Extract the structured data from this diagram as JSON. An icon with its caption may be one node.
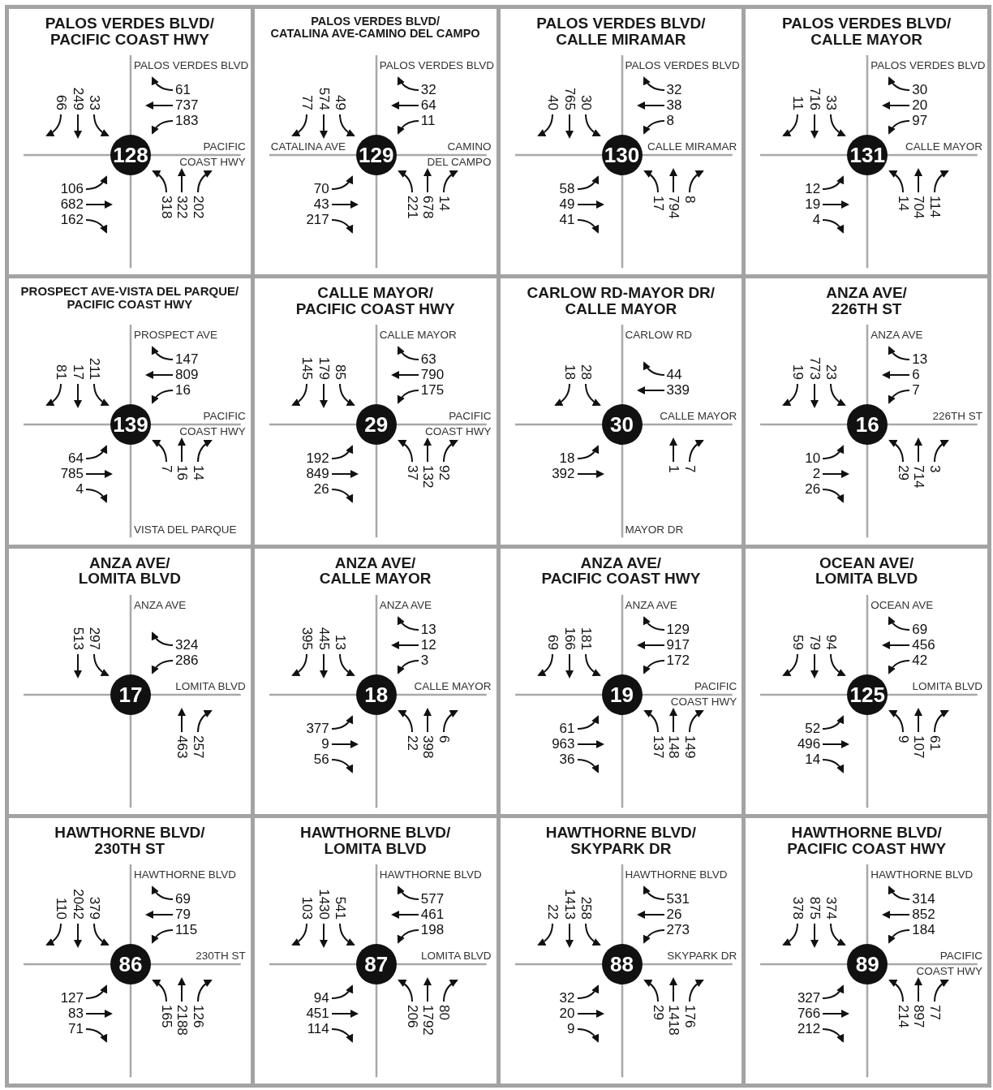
{
  "diagram": {
    "nodes": [
      {
        "text": [
          "PALOS VERDES BLVD/ PACIFIC COAST HWY"
        ]
      },
      {
        "text": [
          "128"
        ],
        "in": 0,
        "beside": [
          "PALOS VERDES BLVD",
          "PACIFIC COAST HWY",
          "66",
          "249",
          "33",
          "61",
          "737",
          "183",
          "106",
          "682",
          "162",
          "318",
          "322",
          "202"
        ]
      },
      {
        "text": [
          "PALOS VERDES BLVD/ CATALINA AVE-CAMINO DEL CAMPO"
        ]
      },
      {
        "text": [
          "129"
        ],
        "in": 2,
        "beside": [
          "PALOS VERDES BLVD",
          "CATALINA AVE",
          "CAMINO DEL CAMPO",
          "77",
          "574",
          "49",
          "32",
          "64",
          "11",
          "70",
          "43",
          "217",
          "221",
          "678",
          "14"
        ]
      },
      {
        "text": [
          "PALOS VERDES BLVD/ CALLE MIRAMAR"
        ]
      },
      {
        "text": [
          "130"
        ],
        "in": 4,
        "beside": [
          "PALOS VERDES BLVD",
          "CALLE MIRAMAR",
          "40",
          "765",
          "30",
          "32",
          "38",
          "8",
          "58",
          "49",
          "41",
          "17",
          "794",
          "8"
        ]
      },
      {
        "text": [
          "PALOS VERDES BLVD/ CALLE MAYOR"
        ]
      },
      {
        "text": [
          "131"
        ],
        "in": 6,
        "beside": [
          "PALOS VERDES BLVD",
          "CALLE MAYOR",
          "11",
          "716",
          "33",
          "30",
          "20",
          "97",
          "12",
          "19",
          "4",
          "14",
          "704",
          "114"
        ]
      },
      {
        "text": [
          "PROSPECT AVE-VISTA DEL PARQUE/ PACIFIC COAST HWY"
        ]
      },
      {
        "text": [
          "139"
        ],
        "in": 8,
        "beside": [
          "PROSPECT AVE",
          "PACIFIC COAST HWY",
          "81",
          "17",
          "211",
          "147",
          "809",
          "16",
          "64",
          "785",
          "4",
          "7",
          "16",
          "14"
        ]
      },
      {
        "text": [
          "CALLE MAYOR/ PACIFIC COAST HWY"
        ]
      },
      {
        "text": [
          "29"
        ],
        "in": 10,
        "beside": [
          "CALLE MAYOR",
          "PACIFIC COAST HWY",
          "145",
          "179",
          "85",
          "63",
          "790",
          "175",
          "192",
          "849",
          "26",
          "37",
          "132",
          "92"
        ]
      },
      {
        "text": [
          "CARLOW RD-MAYOR DR/ CALLE MAYOR"
        ]
      },
      {
        "text": [
          "30"
        ],
        "in": 12,
        "beside": [
          "CARLOW RD",
          "CALLE MAYOR",
          "18",
          "28",
          "44",
          "339",
          "18",
          "392",
          "1",
          "7"
        ]
      },
      {
        "text": [
          "ANZA AVE/ 226TH ST"
        ]
      },
      {
        "text": [
          "16"
        ],
        "in": 14,
        "beside": [
          "ANZA AVE",
          "226TH ST",
          "19",
          "773",
          "23",
          "13",
          "6",
          "7",
          "10",
          "2",
          "26",
          "29",
          "714",
          "3"
        ]
      },
      {
        "text": [
          "ANZA AVE/ LOMITA BLVD"
        ]
      },
      {
        "text": [
          "17"
        ],
        "in": 16,
        "beside": [
          "ANZA AVE",
          "LOMITA BLVD",
          "513",
          "297",
          "324",
          "286",
          "463",
          "257"
        ]
      },
      {
        "text": [
          "ANZA AVE/ CALLE MAYOR"
        ]
      },
      {
        "text": [
          "18"
        ],
        "in": 18,
        "beside": [
          "ANZA AVE",
          "CALLE MAYOR",
          "395",
          "445",
          "13",
          "13",
          "12",
          "3",
          "377",
          "9",
          "56",
          "22",
          "398",
          "6"
        ]
      },
      {
        "text": [
          "ANZA AVE/ PACIFIC COAST HWY"
        ]
      },
      {
        "text": [
          "19"
        ],
        "in": 20,
        "beside": [
          "ANZA AVE",
          "PACIFIC COAST HWY",
          "69",
          "166",
          "181",
          "129",
          "917",
          "172",
          "61",
          "963",
          "36",
          "137",
          "148",
          "149"
        ]
      },
      {
        "text": [
          "OCEAN AVE/ LOMITA BLVD"
        ]
      },
      {
        "text": [
          "125"
        ],
        "in": 22,
        "beside": [
          "OCEAN AVE",
          "LOMITA BLVD",
          "59",
          "79",
          "94",
          "69",
          "456",
          "42",
          "52",
          "496",
          "14",
          "9",
          "107",
          "61"
        ]
      },
      {
        "text": [
          "HAWTHORNE BLVD/ 230TH ST"
        ]
      },
      {
        "text": [
          "86"
        ],
        "in": 24,
        "beside": [
          "HAWTHORNE BLVD",
          "230TH ST",
          "110",
          "2042",
          "379",
          "69",
          "79",
          "115",
          "127",
          "83",
          "71",
          "165",
          "2188",
          "126"
        ]
      },
      {
        "text": [
          "HAWTHORNE BLVD/ LOMITA BLVD"
        ]
      },
      {
        "text": [
          "87"
        ],
        "in": 26,
        "beside": [
          "HAWTHORNE BLVD",
          "LOMITA BLVD",
          "103",
          "1430",
          "541",
          "577",
          "461",
          "198",
          "94",
          "451",
          "114",
          "206",
          "1792",
          "80"
        ]
      },
      {
        "text": [
          "HAWTHORNE BLVD/ SKYPARK DR"
        ]
      },
      {
        "text": [
          "88"
        ],
        "in": 28,
        "beside": [
          "HAWTHORNE BLVD",
          "SKYPARK DR",
          "22",
          "1413",
          "258",
          "531",
          "26",
          "273",
          "32",
          "20",
          "9",
          "29",
          "1418",
          "176"
        ]
      },
      {
        "text": [
          "HAWTHORNE BLVD/ PACIFIC COAST HWY"
        ]
      },
      {
        "text": [
          "89"
        ],
        "in": 30,
        "beside": [
          "HAWTHORNE BLVD",
          "PACIFIC COAST HWY",
          "378",
          "875",
          "374",
          "314",
          "852",
          "184",
          "327",
          "766",
          "212",
          "214",
          "897",
          "77"
        ]
      }
    ],
    "labels": [
      "VISTA DEL PARQUE",
      "MAYOR DR"
    ]
  }
}
